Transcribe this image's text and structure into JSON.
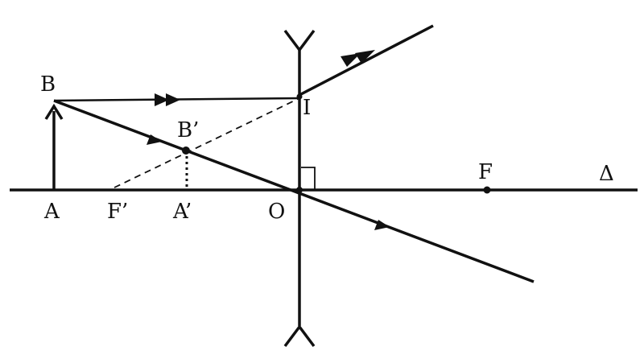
{
  "labels": {
    "object_top": "B",
    "object_base": "A",
    "image_top": "B’",
    "image_base": "A’",
    "incidence_point": "I",
    "optical_center": "O",
    "object_focus": "F",
    "image_focus": "F’",
    "principal_axis": "Δ"
  }
}
